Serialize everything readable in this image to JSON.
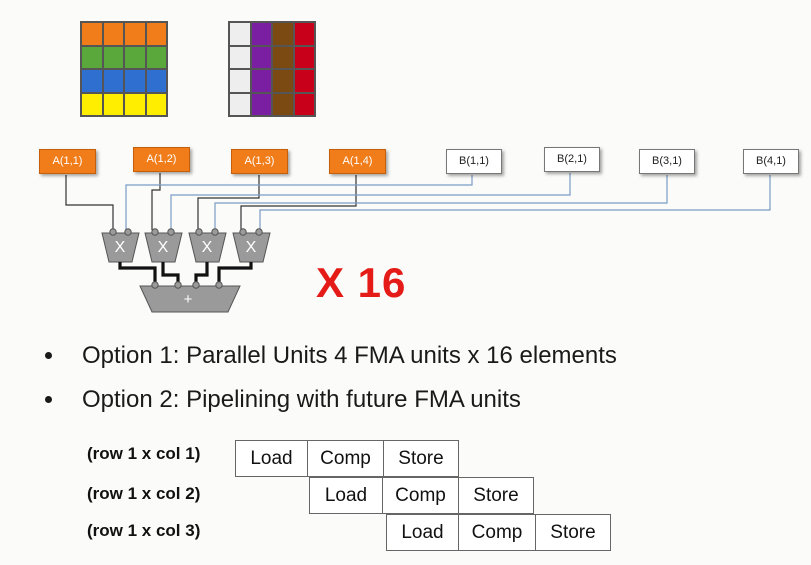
{
  "matrix_a": {
    "row_colors": [
      "#f07d1a",
      "#5aa83c",
      "#2e6fcf",
      "#ffee00"
    ]
  },
  "matrix_b": {
    "col_colors": [
      "#eeeeee",
      "#7b1fa2",
      "#7a4a12",
      "#c8001a"
    ]
  },
  "inputs_a": [
    "A(1,1)",
    "A(1,2)",
    "A(1,3)",
    "A(1,4)"
  ],
  "inputs_b": [
    "B(1,1)",
    "B(2,1)",
    "B(3,1)",
    "B(4,1)"
  ],
  "multiplier_symbol": "X",
  "adder_symbol": "+",
  "repeat_label": "X 16",
  "bullets": [
    "Option 1: Parallel Units  4 FMA units x 16 elements",
    "Option 2: Pipelining with future FMA units"
  ],
  "pipeline": {
    "rows": [
      {
        "label": "(row 1 x col 1)",
        "stages": [
          "Load",
          "Comp",
          "Store"
        ]
      },
      {
        "label": "(row 1 x col 2)",
        "stages": [
          "Load",
          "Comp",
          "Store"
        ]
      },
      {
        "label": "(row 1 x col 3)",
        "stages": [
          "Load",
          "Comp",
          "Store"
        ]
      }
    ]
  },
  "colors": {
    "accent_red": "#e41b17",
    "unit_gray": "#9a9a9a",
    "wire_blue": "#7a9cc6"
  }
}
